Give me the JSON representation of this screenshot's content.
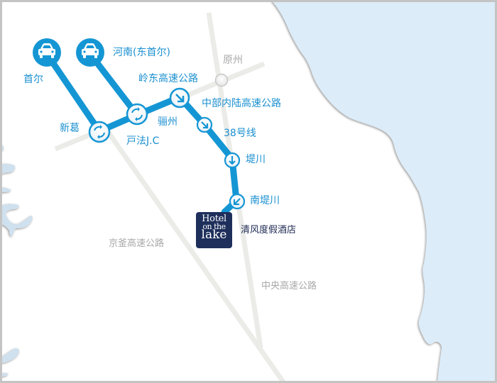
{
  "colors": {
    "route": "#1596d4",
    "road": "#ebebe8",
    "water": "#dcecf8",
    "water_edge": "#b9cfe0",
    "hotel_bg": "#1e2f5b",
    "frame": "#c4c4c4"
  },
  "origins": [
    {
      "id": "seoul",
      "label": "首尔",
      "icon": "car-icon"
    },
    {
      "id": "hanam",
      "label": "河南(东首尔)",
      "icon": "car-icon"
    }
  ],
  "route_nodes": [
    {
      "id": "singal",
      "label": "新葛",
      "icon": "interchange-cycle-icon"
    },
    {
      "id": "hobeop",
      "label": "戸法J.C",
      "icon": "interchange-cycle-icon"
    },
    {
      "id": "yeongdong",
      "label": "岭东高速公路",
      "icon": "arrow-down-right-icon"
    },
    {
      "id": "yeoju",
      "label": "骊州",
      "icon": null
    },
    {
      "id": "jungbu",
      "label": "中部内陆高速公路",
      "icon": "arrow-down-right-icon"
    },
    {
      "id": "route38",
      "label": "38号线",
      "icon": null
    },
    {
      "id": "jecheon",
      "label": "堤川",
      "icon": "arrow-down-icon"
    },
    {
      "id": "namjecheon",
      "label": "南堤川",
      "icon": "arrow-down-left-icon"
    }
  ],
  "destination": {
    "label": "清风度假酒店",
    "logo": {
      "line1": "Hotel",
      "line2": "on the",
      "line3": "lake"
    }
  },
  "background_labels": {
    "wonju": "原州",
    "gyeongbu": "京釜高速公路",
    "jungang": "中央高速公路"
  }
}
